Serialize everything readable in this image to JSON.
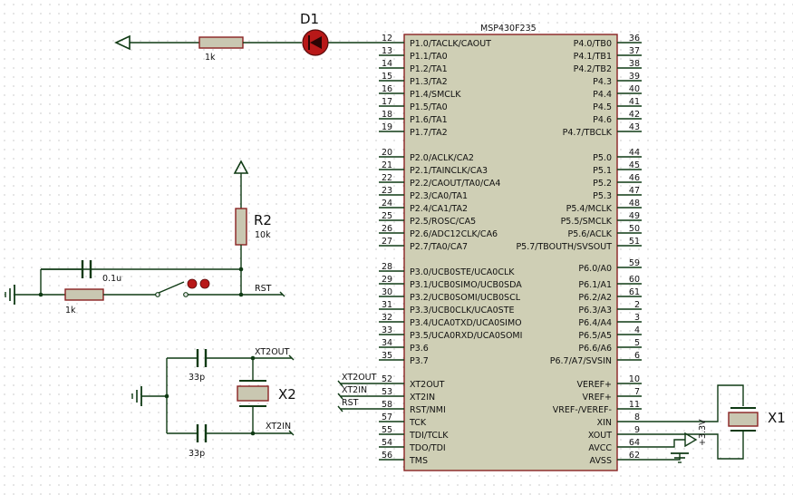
{
  "chip": {
    "name": "MSP430F235",
    "left_pins": [
      {
        "num": "12",
        "name": "P1.0/TACLK/CAOUT"
      },
      {
        "num": "13",
        "name": "P1.1/TA0"
      },
      {
        "num": "14",
        "name": "P1.2/TA1"
      },
      {
        "num": "15",
        "name": "P1.3/TA2"
      },
      {
        "num": "16",
        "name": "P1.4/SMCLK"
      },
      {
        "num": "17",
        "name": "P1.5/TA0"
      },
      {
        "num": "18",
        "name": "P1.6/TA1"
      },
      {
        "num": "19",
        "name": "P1.7/TA2"
      },
      {
        "num": "20",
        "name": "P2.0/ACLK/CA2"
      },
      {
        "num": "21",
        "name": "P2.1/TAINCLK/CA3"
      },
      {
        "num": "22",
        "name": "P2.2/CAOUT/TA0/CA4"
      },
      {
        "num": "23",
        "name": "P2.3/CA0/TA1"
      },
      {
        "num": "24",
        "name": "P2.4/CA1/TA2"
      },
      {
        "num": "25",
        "name": "P2.5/ROSC/CA5"
      },
      {
        "num": "26",
        "name": "P2.6/ADC12CLK/CA6"
      },
      {
        "num": "27",
        "name": "P2.7/TA0/CA7"
      },
      {
        "num": "28",
        "name": "P3.0/UCB0STE/UCA0CLK"
      },
      {
        "num": "29",
        "name": "P3.1/UCB0SIMO/UCB0SDA"
      },
      {
        "num": "30",
        "name": "P3.2/UCB0SOMI/UCB0SCL"
      },
      {
        "num": "31",
        "name": "P3.3/UCB0CLK/UCA0STE"
      },
      {
        "num": "32",
        "name": "P3.4/UCA0TXD/UCA0SIMO"
      },
      {
        "num": "33",
        "name": "P3.5/UCA0RXD/UCA0SOMI"
      },
      {
        "num": "34",
        "name": "P3.6"
      },
      {
        "num": "35",
        "name": "P3.7"
      },
      {
        "num": "52",
        "name": "XT2OUT"
      },
      {
        "num": "53",
        "name": "XT2IN"
      },
      {
        "num": "58",
        "name": "RST/NMI"
      },
      {
        "num": "57",
        "name": "TCK"
      },
      {
        "num": "55",
        "name": "TDI/TCLK"
      },
      {
        "num": "54",
        "name": "TDO/TDI"
      },
      {
        "num": "56",
        "name": "TMS"
      }
    ],
    "right_pins": [
      {
        "num": "36",
        "name": "P4.0/TB0"
      },
      {
        "num": "37",
        "name": "P4.1/TB1"
      },
      {
        "num": "38",
        "name": "P4.2/TB2"
      },
      {
        "num": "39",
        "name": "P4.3"
      },
      {
        "num": "40",
        "name": "P4.4"
      },
      {
        "num": "41",
        "name": "P4.5"
      },
      {
        "num": "42",
        "name": "P4.6"
      },
      {
        "num": "43",
        "name": "P4.7/TBCLK"
      },
      {
        "num": "44",
        "name": "P5.0"
      },
      {
        "num": "45",
        "name": "P5.1"
      },
      {
        "num": "46",
        "name": "P5.2"
      },
      {
        "num": "47",
        "name": "P5.3"
      },
      {
        "num": "48",
        "name": "P5.4/MCLK"
      },
      {
        "num": "49",
        "name": "P5.5/SMCLK"
      },
      {
        "num": "50",
        "name": "P5.6/ACLK"
      },
      {
        "num": "51",
        "name": "P5.7/TBOUTH/SVSOUT"
      },
      {
        "num": "59",
        "name": "P6.0/A0"
      },
      {
        "num": "60",
        "name": "P6.1/A1"
      },
      {
        "num": "61",
        "name": "P6.2/A2"
      },
      {
        "num": "2",
        "name": "P6.3/A3"
      },
      {
        "num": "3",
        "name": "P6.4/A4"
      },
      {
        "num": "4",
        "name": "P6.5/A5"
      },
      {
        "num": "5",
        "name": "P6.6/A6"
      },
      {
        "num": "6",
        "name": "P6.7/A7/SVSIN"
      },
      {
        "num": "10",
        "name": "VEREF+"
      },
      {
        "num": "7",
        "name": "VREF+"
      },
      {
        "num": "11",
        "name": "VREF-/VEREF-"
      },
      {
        "num": "8",
        "name": "XIN"
      },
      {
        "num": "9",
        "name": "XOUT"
      },
      {
        "num": "64",
        "name": "AVCC"
      },
      {
        "num": "62",
        "name": "AVSS"
      }
    ]
  },
  "components": {
    "d1": {
      "ref": "D1"
    },
    "r_led": {
      "value": "1k"
    },
    "r2": {
      "ref": "R2",
      "value": "10k"
    },
    "c_reset": {
      "value": "0.1u"
    },
    "r_reset": {
      "value": "1k"
    },
    "c_xt2_top": {
      "value": "33p"
    },
    "c_xt2_bottom": {
      "value": "33p"
    },
    "x2": {
      "ref": "X2"
    },
    "x1": {
      "ref": "X1"
    },
    "supply": {
      "value": "+3.3V"
    }
  },
  "nets": {
    "rst": "RST",
    "xt2out": "XT2OUT",
    "xt2in": "XT2IN",
    "xt2out_pin": "XT2OUT",
    "xt2in_pin": "XT2IN",
    "rst_pin": "RST"
  },
  "colors": {
    "background": "#ffffff",
    "grid_dot": "#9a9a9a",
    "wire": "#0f3a14",
    "component_body": "#8a2222",
    "chip_fill": "#cfcfb5",
    "diode_fill": "#b81818",
    "resistor_fill": "#c9c7b1"
  }
}
